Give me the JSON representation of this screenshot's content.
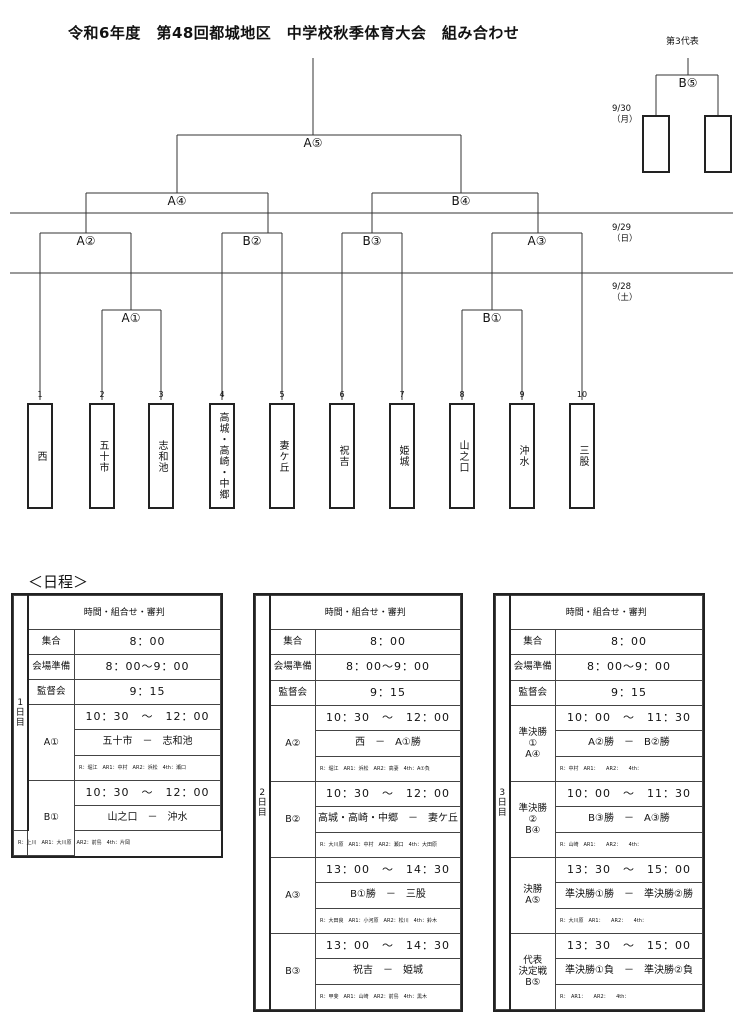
{
  "title": "令和6年度　第48回都城地区　中学校秋季体育大会　組み合わせ",
  "representative_label": "第3代表",
  "dates": [
    "9/30\n（月）",
    "9/29\n（日）",
    "9/28\n（土）"
  ],
  "bracket_labels": {
    "A5": "A⑤",
    "A4": "A④",
    "B4": "B④",
    "A2": "A②",
    "B2": "B②",
    "B3": "B③",
    "A3": "A③",
    "A1": "A①",
    "B1": "B①",
    "B5": "B⑤"
  },
  "teams": [
    {
      "num": "1",
      "name": "西"
    },
    {
      "num": "2",
      "name": "五十市"
    },
    {
      "num": "3",
      "name": "志和池"
    },
    {
      "num": "4",
      "name": "高城・高崎・中郷"
    },
    {
      "num": "5",
      "name": "妻ケ丘"
    },
    {
      "num": "6",
      "name": "祝吉"
    },
    {
      "num": "7",
      "name": "姫城"
    },
    {
      "num": "8",
      "name": "山之口"
    },
    {
      "num": "9",
      "name": "沖水"
    },
    {
      "num": "10",
      "name": "三股"
    }
  ],
  "schedule_title": "＜日程＞",
  "schedule": {
    "header": "時間・組合せ・審判",
    "common": [
      {
        "label": "集合",
        "value": "8：00"
      },
      {
        "label": "会場準備",
        "value": "8：00〜9：00"
      },
      {
        "label": "監督会",
        "value": "9：15"
      }
    ],
    "days": [
      {
        "day_label": "1\n日\n目",
        "matches": [
          {
            "label": "A①",
            "time": "10：30　〜　12：00",
            "match": "五十市　－　志和池",
            "ref": "R：堀江　AR1：中村　AR2：浜松　4th：瀬口"
          },
          {
            "label": "B①",
            "time": "10：30　〜　12：00",
            "match": "山之口　－　沖水",
            "ref": "R：上川　AR1：大川原　AR2：前島　4th：片岡"
          }
        ]
      },
      {
        "day_label": "2\n日\n目",
        "matches": [
          {
            "label": "A②",
            "time": "10：30　〜　12：00",
            "match": "西　－　A①勝",
            "ref": "R：堀江　AR1：浜松　AR2：高妻　4th：A①負"
          },
          {
            "label": "B②",
            "time": "10：30　〜　12：00",
            "match": "高城・高崎・中郷　－　妻ケ丘",
            "ref": "R：大川原　AR1：中村　AR2：瀬口　4th：大田原"
          },
          {
            "label": "A③",
            "time": "13：00　〜　14：30",
            "match": "B①勝　－　三股",
            "ref": "R：大田良　AR1：小河原　AR2：松川　4th：鈴木"
          },
          {
            "label": "B③",
            "time": "13：00　〜　14：30",
            "match": "祝吉　－　姫城",
            "ref": "R：甲斐　AR1：山崎　AR2：前島　4th：黒木"
          }
        ]
      },
      {
        "day_label": "3\n日\n目",
        "matches": [
          {
            "label": "準決勝\n①\nA④",
            "time": "10：00　〜　11：30",
            "match": "A②勝　－　B②勝",
            "ref": "R：中村　AR1：　　AR2：　　4th："
          },
          {
            "label": "準決勝\n②\nB④",
            "time": "10：00　〜　11：30",
            "match": "B③勝　－　A③勝",
            "ref": "R：山崎　AR1：　　AR2：　　4th："
          },
          {
            "label": "決勝\nA⑤",
            "time": "13：30　〜　15：00",
            "match": "準決勝①勝　－　準決勝②勝",
            "ref": "R：大川原　AR1：　　AR2：　　4th："
          },
          {
            "label": "代表\n決定戦\nB⑤",
            "time": "13：30　〜　15：00",
            "match": "準決勝①負　－　準決勝②負",
            "ref": "R：　AR1：　　AR2：　　4th："
          }
        ]
      }
    ]
  }
}
